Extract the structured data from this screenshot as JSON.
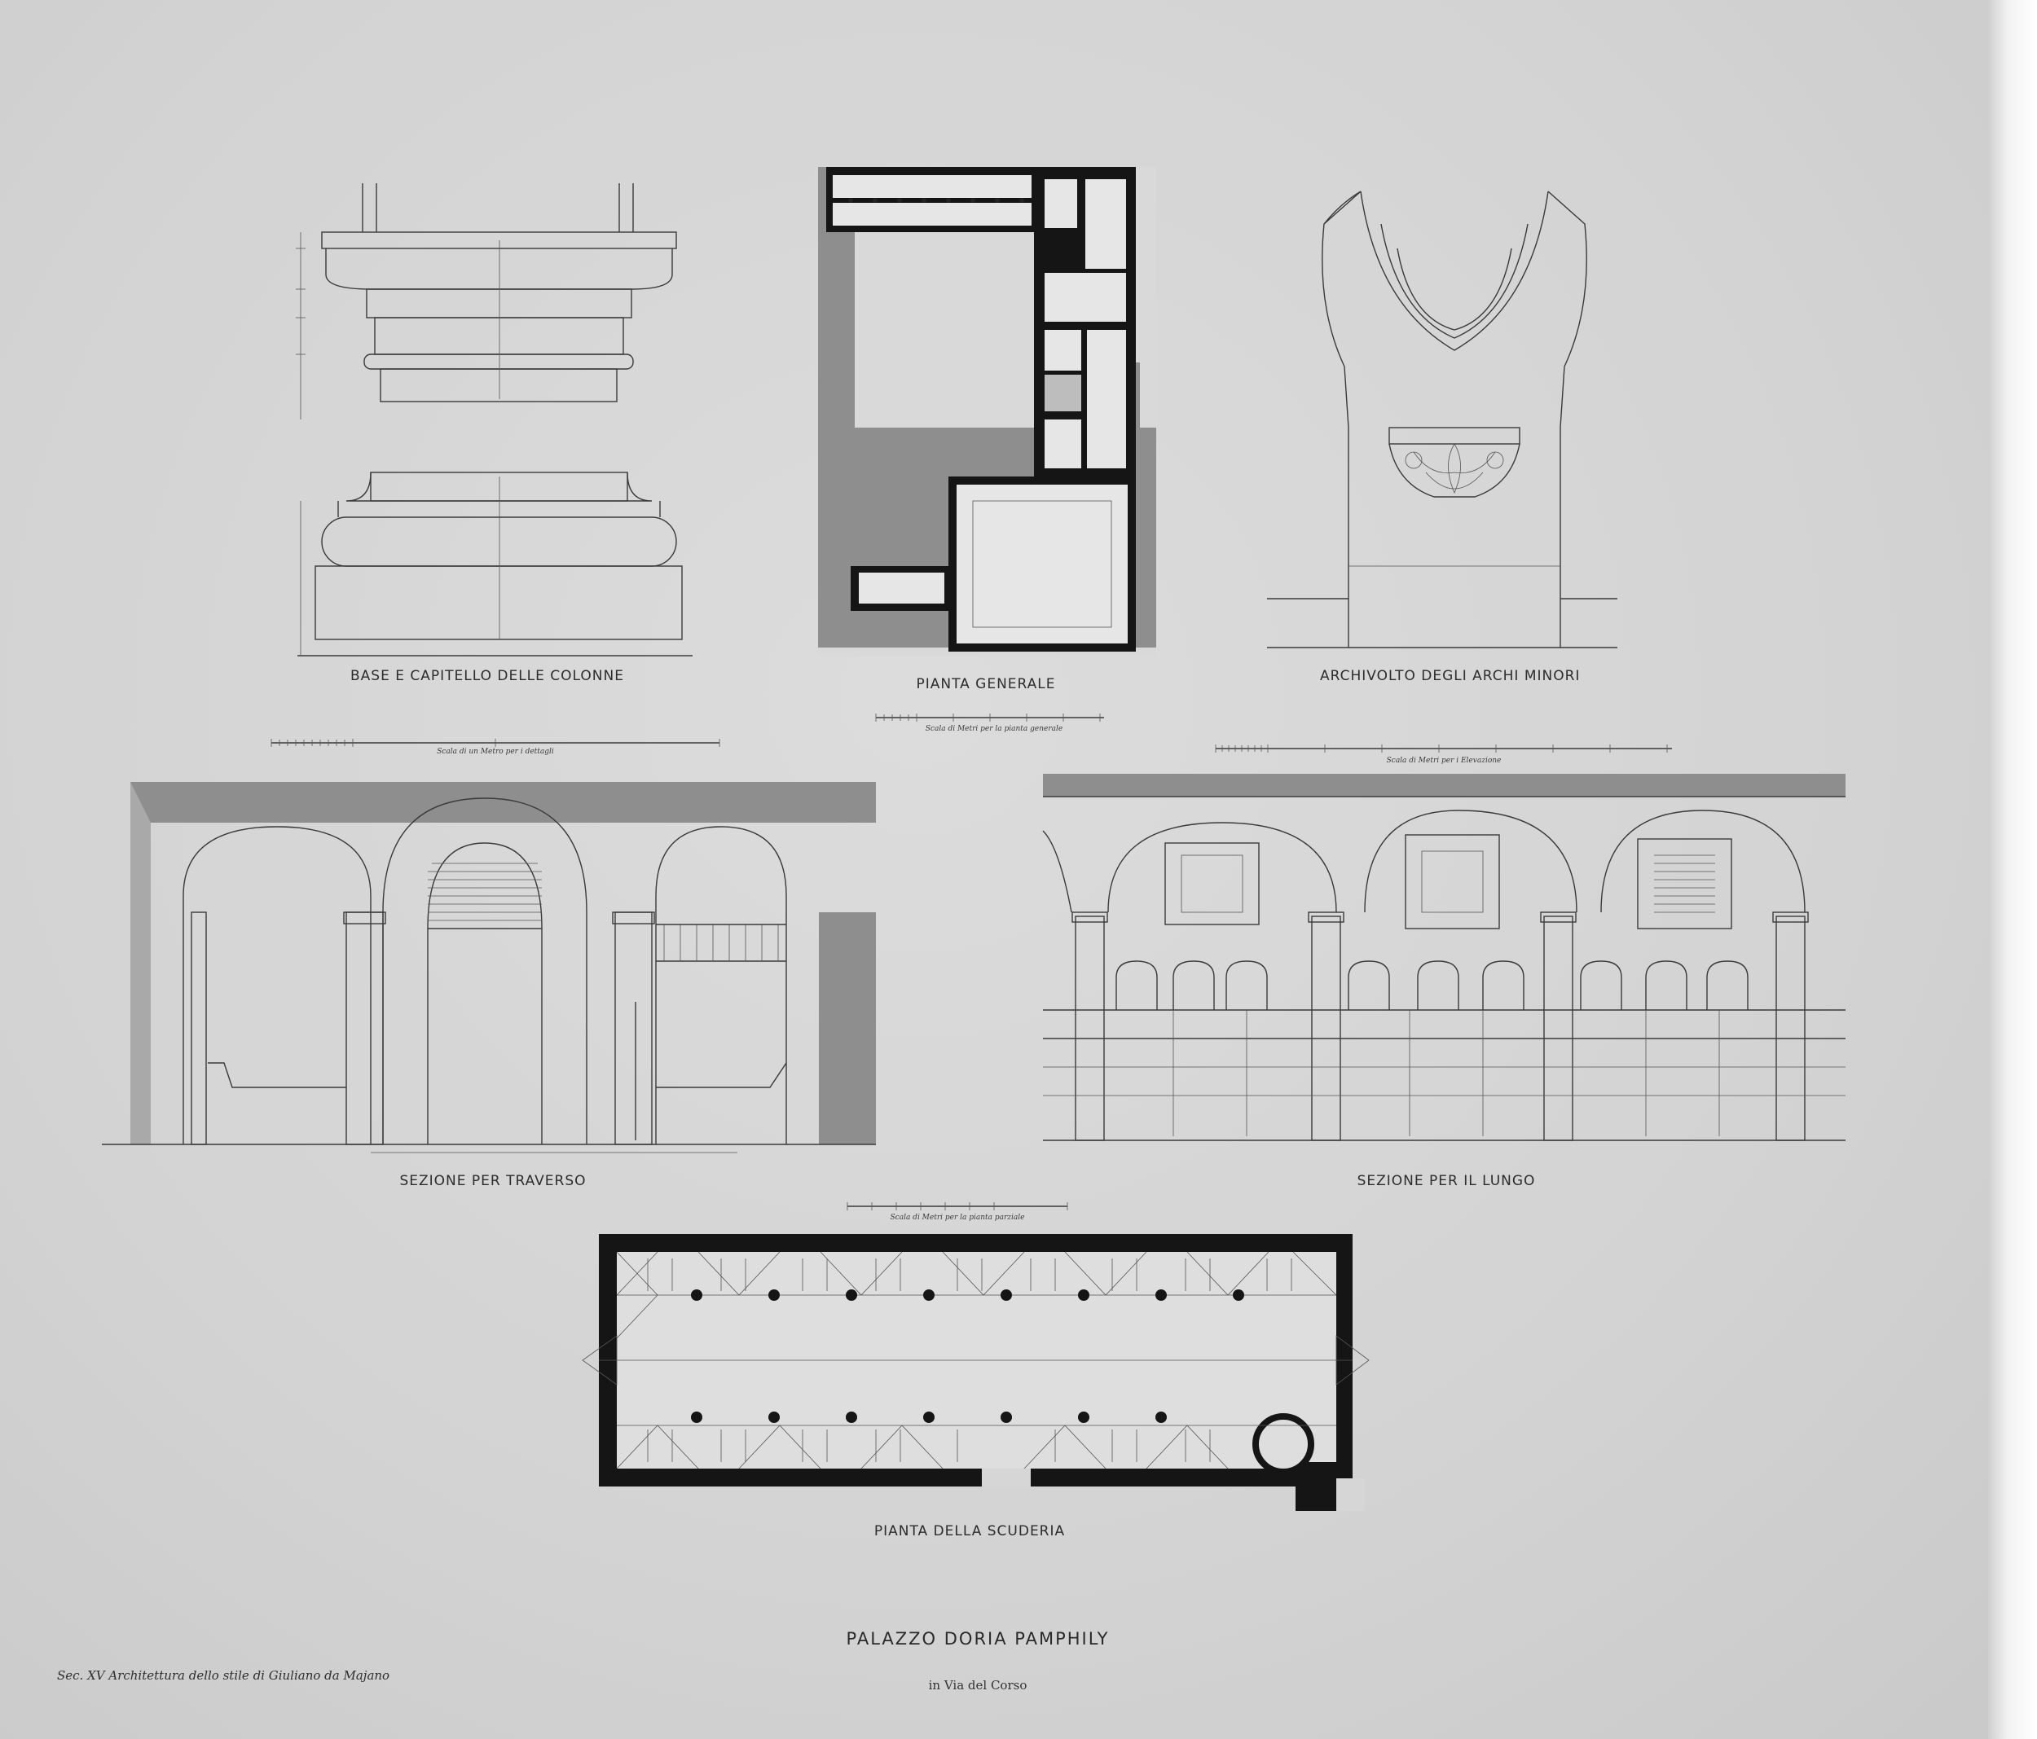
{
  "drawings": {
    "column": {
      "caption": "BASE E CAPITELLO DELLE COLONNE",
      "scale_label": "Scala di un Metro per i dettagli"
    },
    "site_plan": {
      "caption": "PIANTA GENERALE",
      "scale_label": "Scala di Metri per la pianta generale"
    },
    "archivolt": {
      "caption": "ARCHIVOLTO DEGLI ARCHI MINORI"
    },
    "cross_section": {
      "caption": "SEZIONE PER TRAVERSO",
      "scale_label": "Scala di Metri per i Elevazione"
    },
    "long_section": {
      "caption": "SEZIONE PER IL LUNGO"
    },
    "stable_plan": {
      "caption": "PIANTA DELLA SCUDERIA",
      "scale_label": "Scala di Metri per la pianta parziale"
    }
  },
  "sheet": {
    "title": "PALAZZO DORIA PAMPHILY",
    "subtitle": "in Via del Corso",
    "footnote": "Sec. XV Architettura dello stile di Giuliano da Majano"
  }
}
